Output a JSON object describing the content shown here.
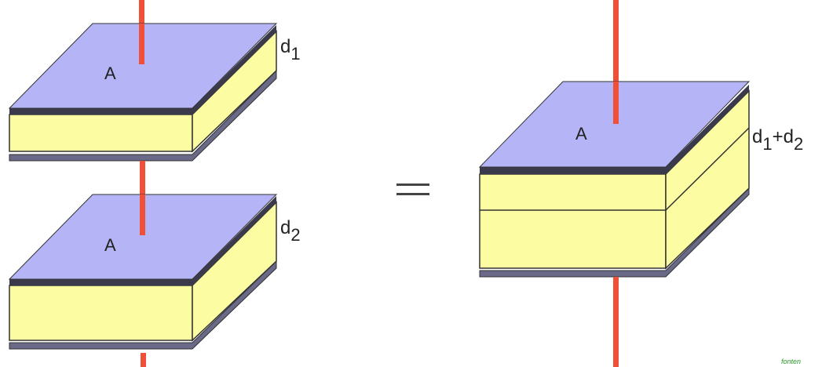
{
  "colors": {
    "plate_top": "#b4b4f6",
    "plate_edge": "#3a3a4c",
    "plate_bottom": "#b4b4f6",
    "dielectric": "#fcfca2",
    "lead": "#f05038",
    "outline": "#333333"
  },
  "capacitors": {
    "top": {
      "area_label": "A",
      "thickness_label": {
        "base": "d",
        "sub": "1"
      }
    },
    "bottom": {
      "area_label": "A",
      "thickness_label": {
        "base": "d",
        "sub": "2"
      }
    },
    "combined": {
      "area_label": "A",
      "thickness_label": "d1+d2",
      "thickness_parts": {
        "d1_base": "d",
        "d1_sub": "1",
        "plus": "+",
        "d2_base": "d",
        "d2_sub": "2"
      }
    }
  },
  "equals_sign": "=",
  "watermark": "fonten"
}
